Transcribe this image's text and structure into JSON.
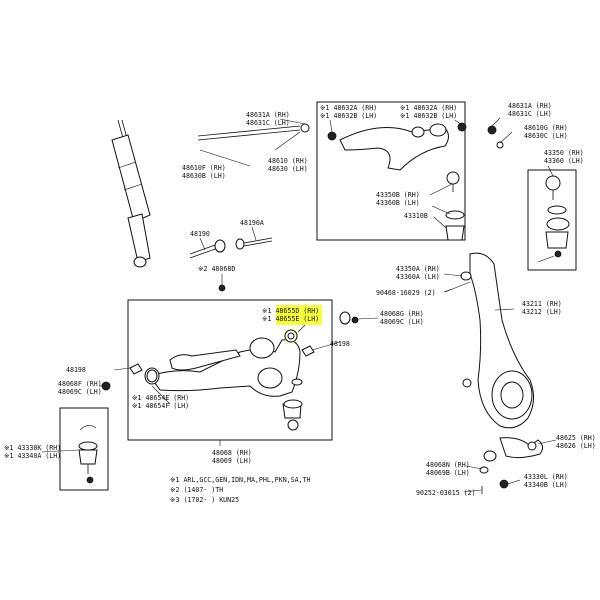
{
  "labels": [
    {
      "id": "48631A",
      "lines": [
        "48631A (RH)",
        "48631C (LH)"
      ]
    },
    {
      "id": "48632A-left",
      "lines": [
        "※1 48632A (RH)",
        "※1 48632B (LH)"
      ]
    },
    {
      "id": "48632A-right",
      "lines": [
        "※1 48632A (RH)",
        "※1 48632B (LH)"
      ]
    },
    {
      "id": "48631A-right",
      "lines": [
        "48631A (RH)",
        "48631C (LH)"
      ]
    },
    {
      "id": "48610G",
      "lines": [
        "48610G (RH)",
        "48630C (LH)"
      ]
    },
    {
      "id": "43350",
      "lines": [
        "43350 (RH)",
        "43360 (LH)"
      ]
    },
    {
      "id": "48610F",
      "lines": [
        "48610F (RH)",
        "48630B (LH)"
      ]
    },
    {
      "id": "48610",
      "lines": [
        "48610 (RH)",
        "48630 (LH)"
      ]
    },
    {
      "id": "43350B",
      "lines": [
        "43350B (RH)",
        "43360B (LH)"
      ]
    },
    {
      "id": "43310B",
      "lines": [
        "43310B"
      ]
    },
    {
      "id": "48190",
      "lines": [
        "48190"
      ]
    },
    {
      "id": "48190A",
      "lines": [
        "48190A"
      ]
    },
    {
      "id": "48068D",
      "lines": [
        "※2 48068D"
      ]
    },
    {
      "id": "43350A",
      "lines": [
        "43350A (RH)",
        "43360A (LH)"
      ]
    },
    {
      "id": "90468",
      "lines": [
        "90468-16029 (2)"
      ]
    },
    {
      "id": "43211",
      "lines": [
        "43211 (RH)",
        "43212 (LH)"
      ]
    },
    {
      "id": "48655D",
      "lines": [
        "※1 48655D (RH)",
        "※1 48655E (LH)"
      ]
    },
    {
      "id": "48068G",
      "lines": [
        "48068G (RH)",
        "48069C (LH)"
      ]
    },
    {
      "id": "48198-right",
      "lines": [
        "48198"
      ]
    },
    {
      "id": "48198-left",
      "lines": [
        "48198"
      ]
    },
    {
      "id": "48068F",
      "lines": [
        "48068F (RH)",
        "48069C (LH)"
      ]
    },
    {
      "id": "48654E",
      "lines": [
        "※1 48654E (RH)",
        "※1 48654F (LH)"
      ]
    },
    {
      "id": "43330K",
      "lines": [
        "※1 43330K (RH)",
        "※1 43340A (LH)"
      ]
    },
    {
      "id": "48068",
      "lines": [
        "48068 (RH)",
        "48069 (LH)"
      ]
    },
    {
      "id": "48625",
      "lines": [
        "48625 (RH)",
        "48626 (LH)"
      ]
    },
    {
      "id": "48068N",
      "lines": [
        "48068N (RH)",
        "48069B (LH)"
      ]
    },
    {
      "id": "43330L",
      "lines": [
        "43330L (RH)",
        "43340B (LH)"
      ]
    },
    {
      "id": "90252",
      "lines": [
        "90252-03015 (2)"
      ]
    }
  ],
  "notes": [
    "※1 ARL,GCC,GEN,IDN,MA,PHL,PKN,SA,TH",
    "※2 (1407-      )TH",
    "※3 (1702-      ) KUN25"
  ],
  "highlight_color": "#f7ff3a",
  "highlighted_part": "48655D"
}
